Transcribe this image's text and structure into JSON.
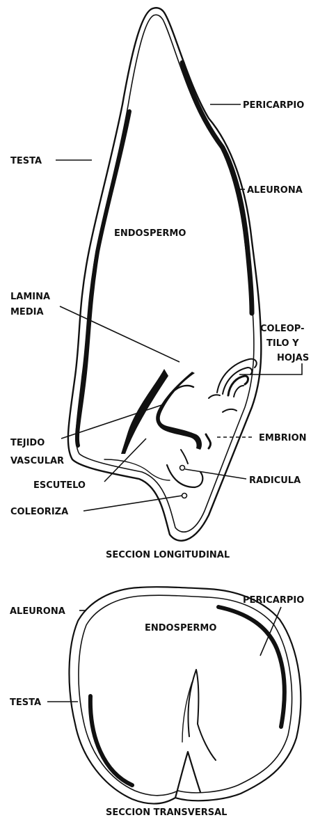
{
  "longitudinal": {
    "labels": {
      "pericarpio": "PERICARPIO",
      "testa": "TESTA",
      "aleurona": "ALEURONA",
      "endospermo": "ENDOSPERMO",
      "lamina_1": "LAMINA",
      "lamina_2": "MEDIA",
      "coleoptilo_1": "COLEOP-",
      "coleoptilo_2": "TILO Y",
      "coleoptilo_3": "HOJAS",
      "tejido_1": "TEJIDO",
      "tejido_2": "VASCULAR",
      "embrion": "EMBRION",
      "escutelo": "ESCUTELO",
      "radicula": "RADICULA",
      "coleoriza": "COLEORIZA"
    },
    "caption": "SECCION LONGITUDINAL"
  },
  "transversal": {
    "labels": {
      "pericarpio": "PERICARPIO",
      "endospermo": "ENDOSPERMO",
      "aleurona": "ALEURONA",
      "testa": "TESTA"
    },
    "caption": "SECCION TRANSVERSAL"
  },
  "colors": {
    "ink": "#111111",
    "paper": "#ffffff"
  }
}
